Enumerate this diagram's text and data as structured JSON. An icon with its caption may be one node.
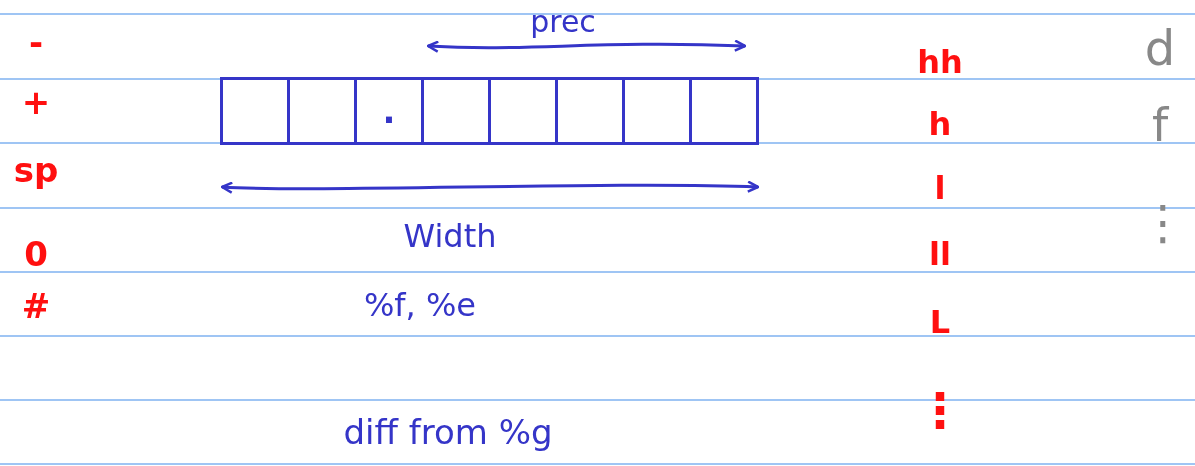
{
  "diagram": {
    "nodes": [
      {
        "text": [],
        "shape": "box"
      },
      {
        "text": [],
        "shape": "box"
      },
      {
        "text": [
          "."
        ]
      },
      {
        "text": [],
        "shape": "box"
      },
      {
        "text": [],
        "shape": "box"
      },
      {
        "text": [],
        "shape": "box"
      },
      {
        "text": [],
        "shape": "box"
      },
      {
        "text": [],
        "shape": "box"
      }
    ],
    "labels": [
      "prec",
      "-",
      "hh",
      "d",
      "+",
      "h",
      "f",
      "sp",
      "l",
      "⋮",
      "Width",
      "0",
      "ll",
      "%f, %e",
      "#",
      "L",
      "⋮",
      "diff from %g"
    ]
  }
}
